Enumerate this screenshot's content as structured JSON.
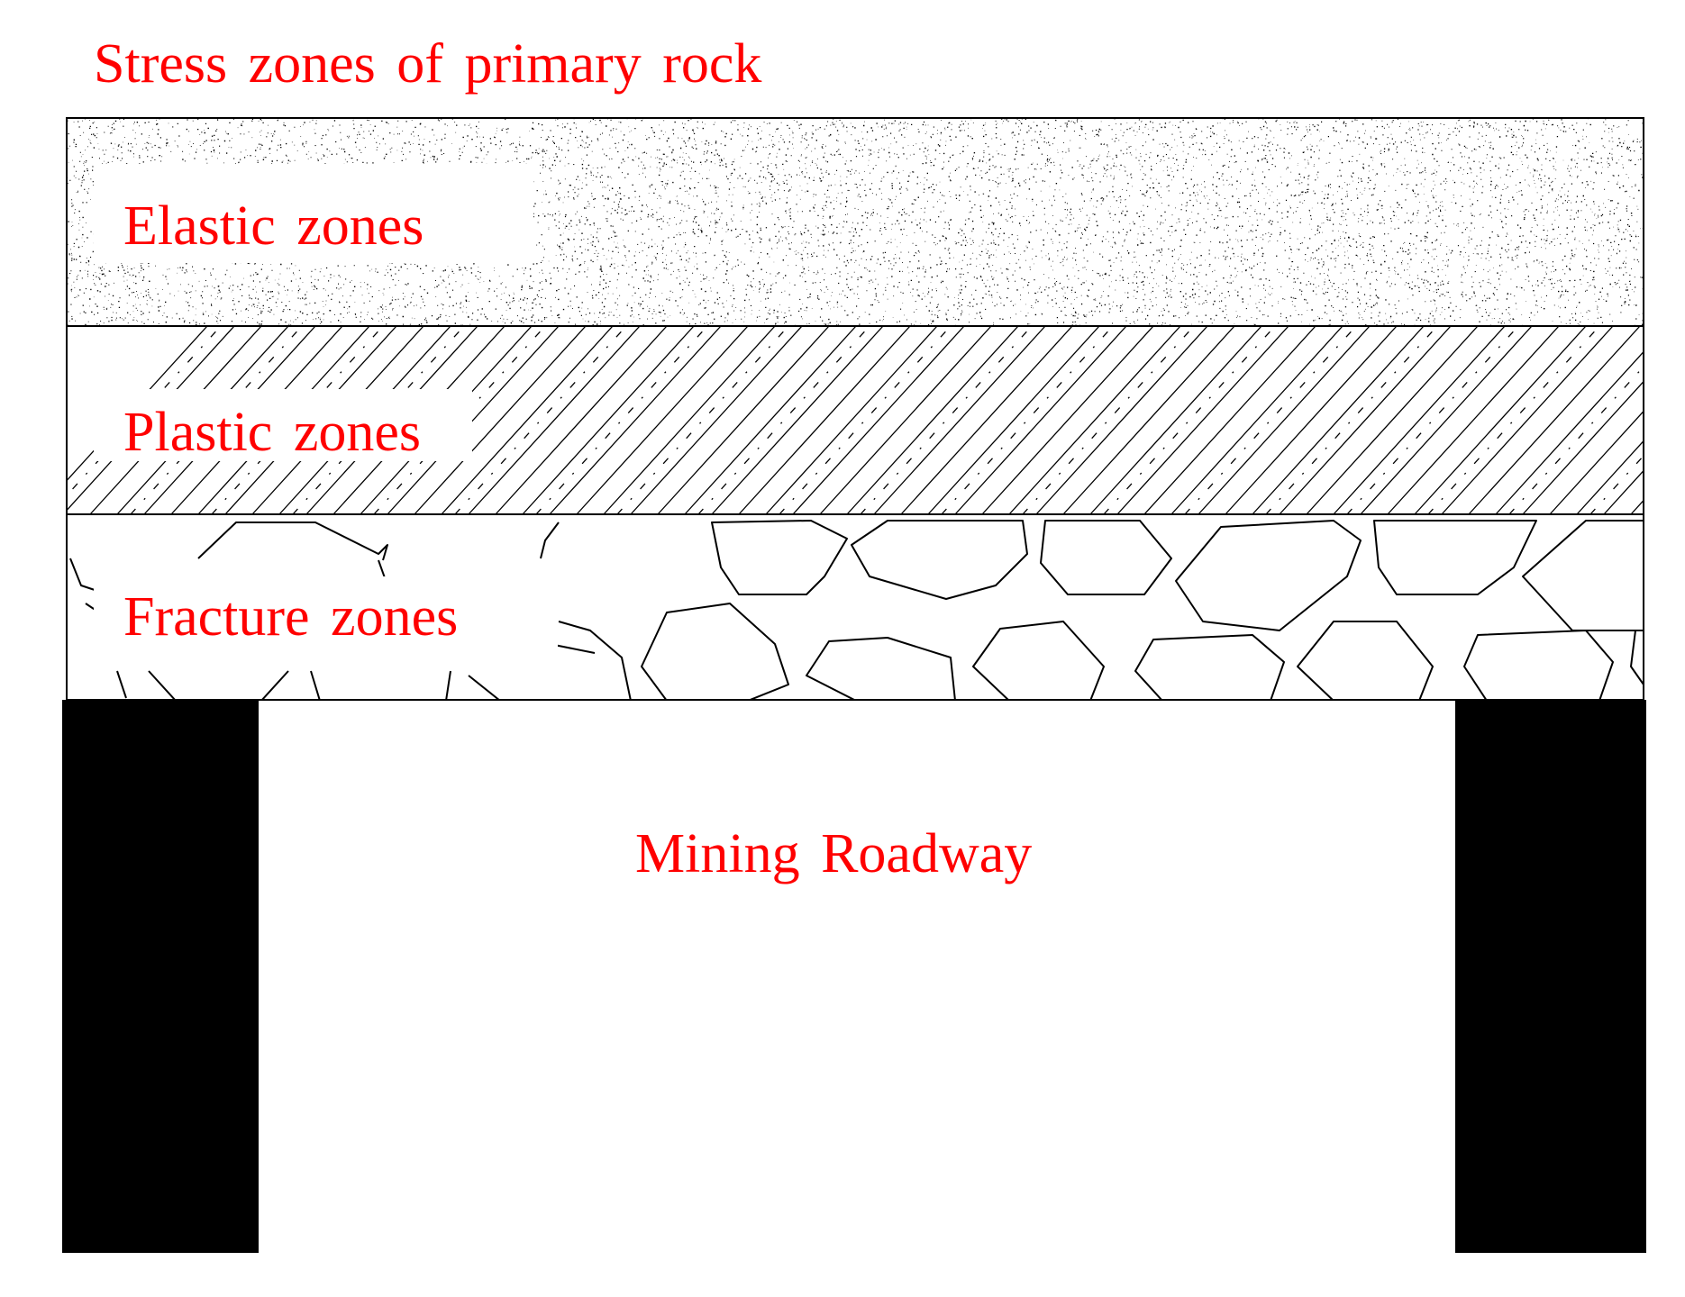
{
  "diagram": {
    "title": "Stress zones of primary rock",
    "zones": [
      {
        "id": "elastic",
        "label": "Elastic zones"
      },
      {
        "id": "plastic",
        "label": "Plastic zones"
      },
      {
        "id": "fracture",
        "label": "Fracture zones"
      }
    ],
    "roadway_label": "Mining Roadway",
    "colors": {
      "label": "#ff0000",
      "lines": "#000000",
      "pillar": "#000000",
      "background": "#ffffff"
    }
  }
}
